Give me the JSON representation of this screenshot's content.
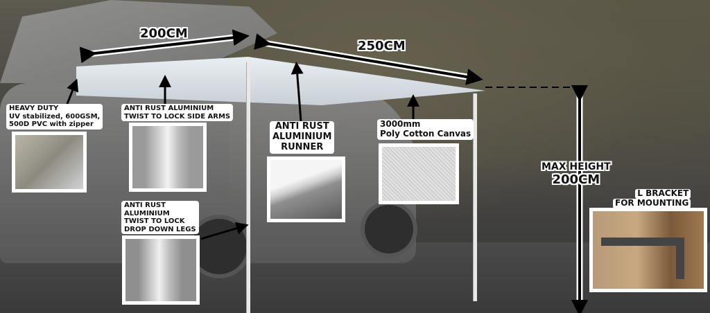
{
  "dimensions": {
    "width_label": "200CM",
    "length_label": "250CM",
    "max_height_line1": "MAX HEIGHT",
    "max_height_line2": "200CM"
  },
  "features": [
    {
      "id": "canvas-material",
      "lines": [
        "HEAVY DUTY",
        "UV stabilized, 600GSM,",
        "500D PVC with zipper"
      ]
    },
    {
      "id": "side-arms",
      "lines": [
        "ANTI RUST ALUMINIUM",
        "TWIST TO LOCK SIDE ARMS"
      ]
    },
    {
      "id": "runner",
      "lines": [
        "ANTI RUST",
        "ALUMINIUM",
        "RUNNER"
      ]
    },
    {
      "id": "poly-cotton",
      "lines": [
        "3000mm",
        "Poly Cotton Canvas"
      ]
    },
    {
      "id": "drop-down-legs",
      "lines": [
        "ANTI RUST",
        "ALUMINIUM",
        "TWIST TO LOCK",
        "DROP DOWN LEGS"
      ]
    },
    {
      "id": "l-bracket",
      "lines": [
        "L BRACKET",
        "FOR MOUNTING"
      ]
    }
  ],
  "colors": {
    "label_bg": "#ffffff",
    "label_text": "#111111",
    "arrow": "#000000",
    "awning": "#e6ecf0"
  }
}
